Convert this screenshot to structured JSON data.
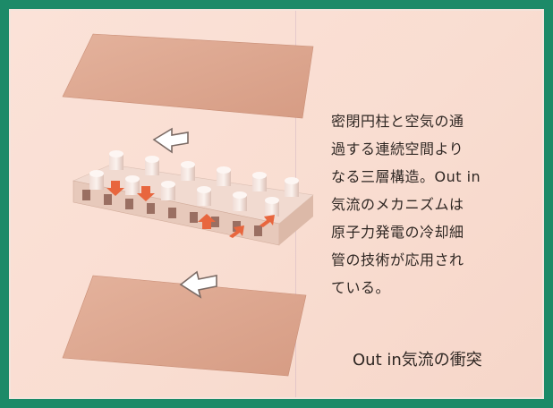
{
  "description_lines": [
    "密閉円柱と空気の通",
    "過する連続空間より",
    "なる三層構造。Out in",
    "気流のメカニズムは",
    "原子力発電の冷却細",
    "管の技術が応用され",
    "ている。"
  ],
  "caption": "Out in気流の衝突",
  "colors": {
    "frame": "#1c8a68",
    "panel": "#fbe2d8",
    "plate": "#dca48c",
    "lattice": "#f3ddd4",
    "flow_arrow": "#e8663e",
    "text": "#2f2723"
  },
  "icons": [
    "airflow-in-arrow",
    "airflow-out-arrow",
    "internal-flow-arrow"
  ]
}
